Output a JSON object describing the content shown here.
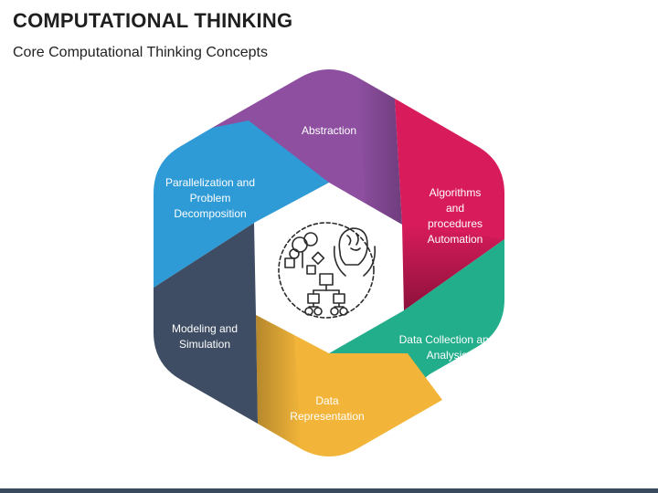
{
  "header": {
    "title": "COMPUTATIONAL THINKING",
    "subtitle": "Core Computational Thinking Concepts"
  },
  "segments": [
    {
      "label": "Abstraction",
      "color": "#8e4fa1"
    },
    {
      "label": "Algorithms and procedures Automation",
      "color": "#d81b5b"
    },
    {
      "label": "Data Collection and Analysis",
      "color": "#22ad8b"
    },
    {
      "label": "Data Representation",
      "color": "#f2b53a"
    },
    {
      "label": "Modeling and Simulation",
      "color": "#3e4d63"
    },
    {
      "label": "Parallelization and Problem Decomposition",
      "color": "#2e9ad6"
    }
  ],
  "center_icon": "brain-gears-flowchart-icon",
  "footer_bar_color": "#3a4a5e"
}
